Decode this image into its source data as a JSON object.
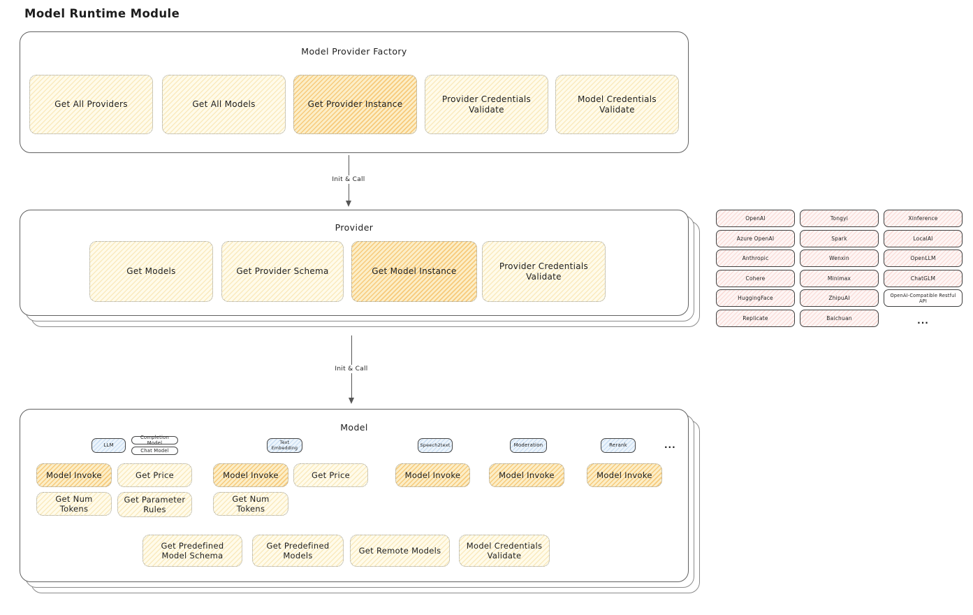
{
  "title": "Model Runtime Module",
  "arrow_label": "Init & Call",
  "colors": {
    "yellow_box": "#fffbea",
    "yellow_highlight": "#fceec7",
    "pink_chip": "#fdf5f4",
    "blue_pill": "#ecf4fc"
  },
  "factory": {
    "label": "Model Provider Factory",
    "items": [
      "Get All Providers",
      "Get All Models",
      "Get Provider Instance",
      "Provider Credentials Validate",
      "Model Credentials Validate"
    ],
    "highlighted_item": "Get Provider Instance"
  },
  "provider": {
    "label": "Provider",
    "items": [
      "Get Models",
      "Get Provider Schema",
      "Get Model Instance",
      "Provider Credentials Validate"
    ],
    "highlighted_item": "Get Model Instance"
  },
  "providers_grid": {
    "col1": [
      "OpenAI",
      "Azure OpenAI",
      "Anthropic",
      "Cohere",
      "HuggingFace",
      "Replicate"
    ],
    "col2": [
      "Tongyi",
      "Spark",
      "Wenxin",
      "Minimax",
      "ZhipuAI",
      "Baichuan"
    ],
    "col3": [
      "Xinference",
      "LocalAI",
      "OpenLLM",
      "ChatGLM",
      "OpenAI-Compatible Restful API"
    ],
    "ellipsis": "..."
  },
  "model": {
    "label": "Model",
    "types": {
      "llm": "LLM",
      "completion_model": "Completion Model",
      "chat_model": "Chat Model",
      "text_embedding": "Text Embedding",
      "speech2text": "Speech2text",
      "moderation": "Moderation",
      "rerank": "Rerank",
      "ellipsis": "..."
    },
    "methods": {
      "model_invoke": "Model Invoke",
      "get_price": "Get Price",
      "get_num_tokens": "Get Num Tokens",
      "get_parameter_rules": "Get Parameter Rules"
    },
    "footer": [
      "Get Predefined Model Schema",
      "Get Predefined Models",
      "Get Remote Models",
      "Model Credentials Validate"
    ]
  }
}
